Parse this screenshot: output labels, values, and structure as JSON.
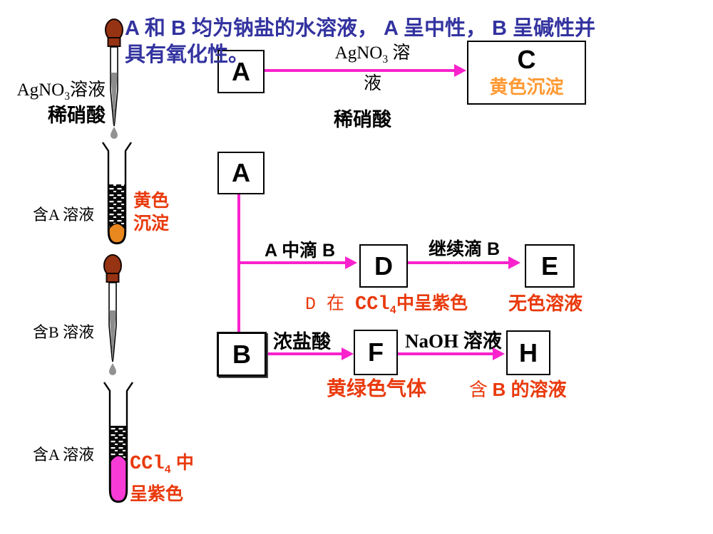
{
  "title": {
    "line1": "A 和 B 均为钠盐的水溶液， A 呈中性， B 呈碱性并",
    "line2": "具有氧化性。"
  },
  "colors": {
    "title_blue": "#3333A0",
    "arrow_magenta": "#F922CC",
    "note_red": "#E93A0D",
    "precipitate_orange_text": "#FF9933",
    "tube1_sediment": "#E8871E",
    "tube2_layer_magenta": "#F73BD4",
    "dropper_bulb_brown": "#963312",
    "drop_gray": "#8C8C8C"
  },
  "left_panel": {
    "dropper1_reagent": {
      "pre": "AgNO",
      "sub": "3",
      "post": "溶液"
    },
    "dropper1_acid": "稀硝酸",
    "tube1_label": "含A 溶液",
    "tube1_result_line1": "黄色",
    "tube1_result_line2": "沉淀",
    "dropper2_label": "含B 溶液",
    "tube2_label": "含A 溶液",
    "tube2_result_line1": {
      "mono": "CCl",
      "sub": "4",
      "post": " 中"
    },
    "tube2_result_line2": "呈紫色"
  },
  "flowchart": {
    "box_a_top": "A",
    "box_a_mid": "A",
    "box_b": "B",
    "box_c": {
      "letter": "C",
      "note": "黄色沉淀"
    },
    "box_d": "D",
    "box_e": "E",
    "box_f": "F",
    "box_h": "H",
    "arrow_a_c_label": {
      "pre": "AgNO",
      "sub": "3",
      "post": " 溶"
    },
    "arrow_a_c_label_line2": "液",
    "arrow_a_c_sublabel": "稀硝酸",
    "arrow_a_d_label": "A 中滴 B",
    "arrow_d_e_label": "继续滴 B",
    "d_note": {
      "lead": "D 在 ",
      "mono": "CCl",
      "sub": "4",
      "tail": "中呈紫色"
    },
    "e_note": "无色溶液",
    "arrow_b_f_label": "浓盐酸",
    "arrow_f_h_label": "NaOH 溶液",
    "f_note": "黄绿色气体",
    "h_note": {
      "pre": "含 ",
      "main": "B 的溶液"
    }
  }
}
